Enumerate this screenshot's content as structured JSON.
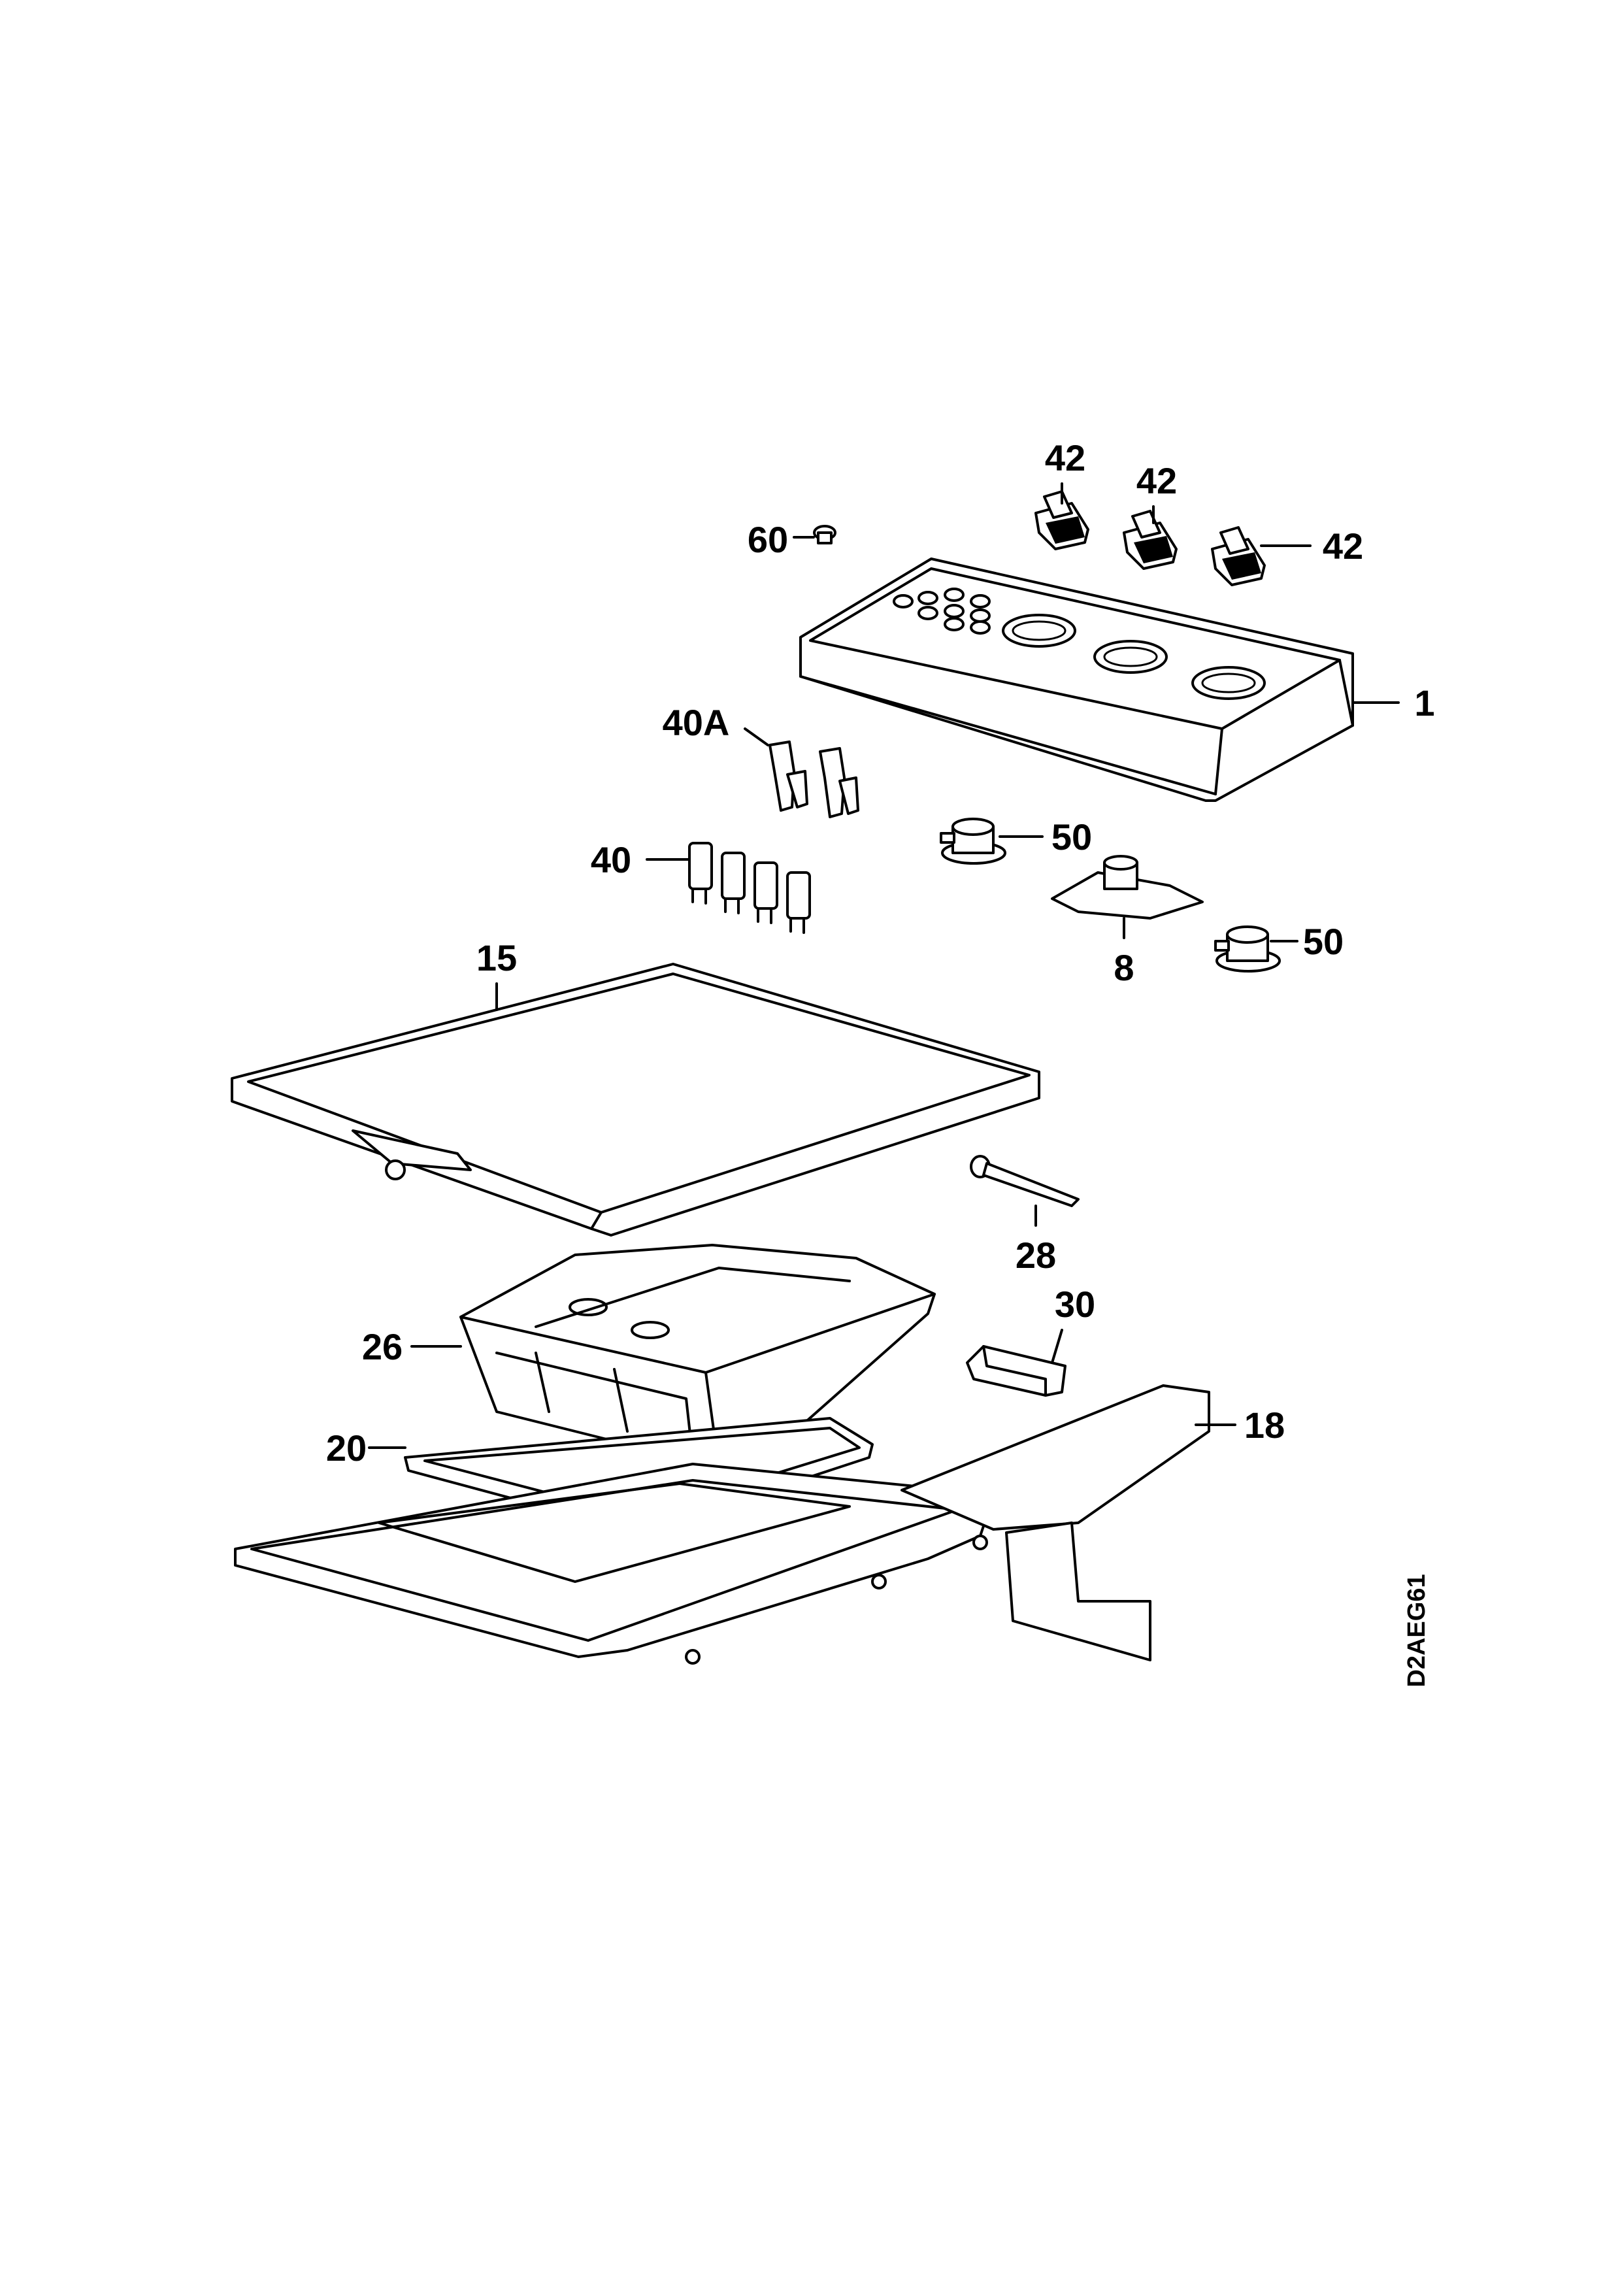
{
  "labels": {
    "p1": "1",
    "p8": "8",
    "p15": "15",
    "p18": "18",
    "p20": "20",
    "p26": "26",
    "p28": "28",
    "p30": "30",
    "p40": "40",
    "p40a": "40A",
    "p42a": "42",
    "p42b": "42",
    "p42c": "42",
    "p50a": "50",
    "p50b": "50",
    "p60": "60"
  },
  "drawing_code": "D2AEG61"
}
